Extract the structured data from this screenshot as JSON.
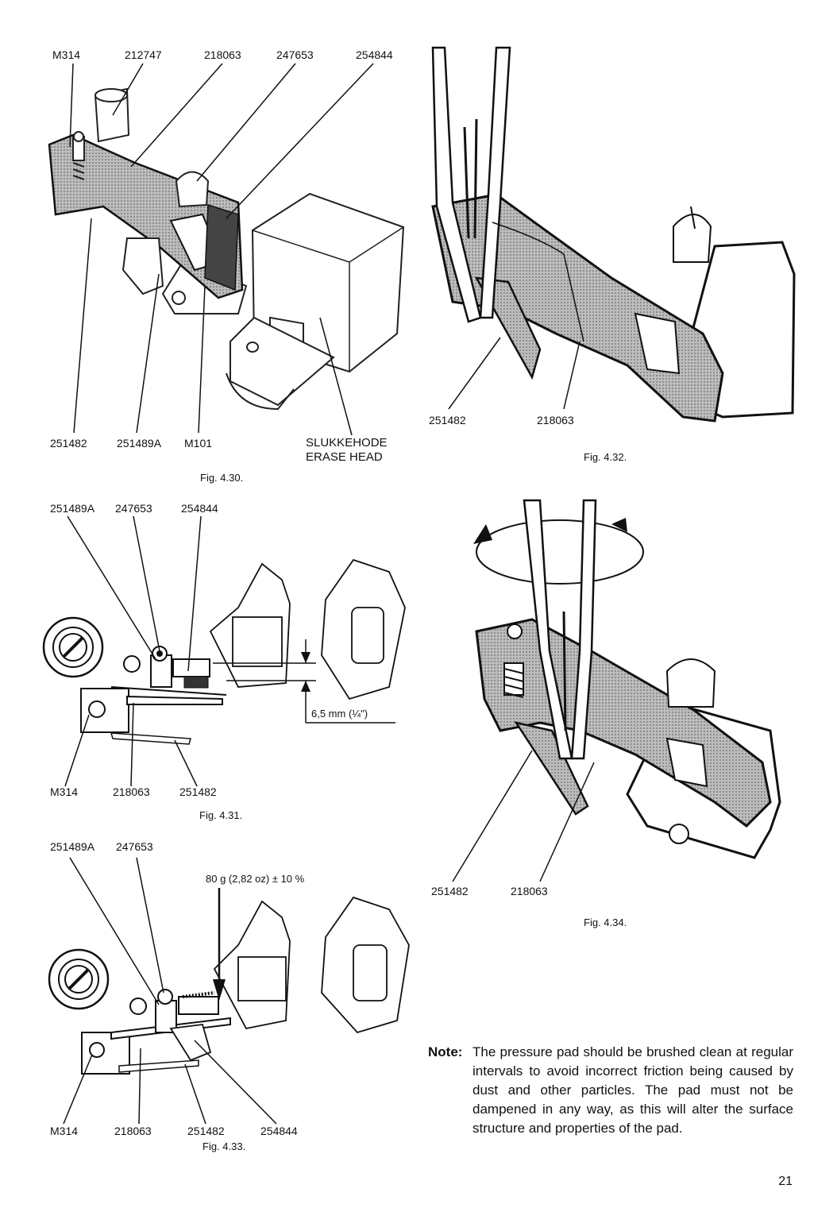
{
  "fig430": {
    "top_labels": [
      "M314",
      "212747",
      "218063",
      "247653",
      "254844"
    ],
    "bottom_labels": [
      "251482",
      "251489A",
      "M101"
    ],
    "erase_head_no": "SLUKKEHODE",
    "erase_head_en": "ERASE HEAD",
    "caption": "Fig. 4.30."
  },
  "fig431": {
    "top_labels": [
      "251489A",
      "247653",
      "254844"
    ],
    "bottom_labels": [
      "M314",
      "218063",
      "251482"
    ],
    "dimension": "6,5 mm (¼\")",
    "caption": "Fig. 4.31."
  },
  "fig432": {
    "labels": [
      "251482",
      "218063"
    ],
    "caption": "Fig. 4.32."
  },
  "fig433": {
    "top_labels": [
      "251489A",
      "247653"
    ],
    "force": "80 g (2,82 oz) ± 10 %",
    "bottom_labels": [
      "M314",
      "218063",
      "251482",
      "254844"
    ],
    "caption": "Fig. 4.33."
  },
  "fig434": {
    "labels": [
      "251482",
      "218063"
    ],
    "caption": "Fig. 4.34."
  },
  "note": {
    "label": "Note:",
    "text": "The pressure pad should be brushed clean at regular intervals to avoid incorrect friction being caused by dust and other particles. The pad must not be dampened in any way, as this will alter the surface structure and properties of the pad."
  },
  "page_number": "21"
}
